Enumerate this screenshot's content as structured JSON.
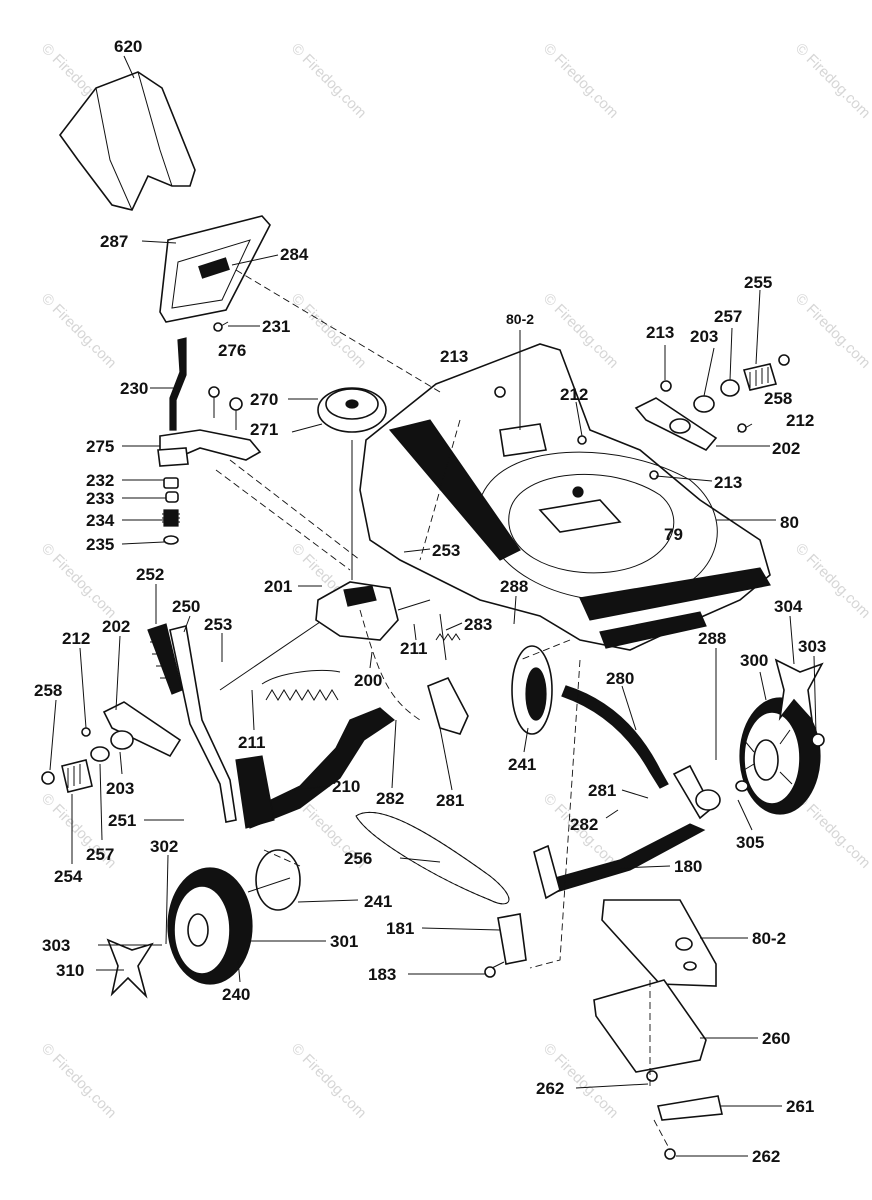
{
  "watermark": "© Firedog.com",
  "labels": [
    {
      "id": "620",
      "text": "620"
    },
    {
      "id": "287",
      "text": "287"
    },
    {
      "id": "284",
      "text": "284"
    },
    {
      "id": "231",
      "text": "231"
    },
    {
      "id": "276",
      "text": "276"
    },
    {
      "id": "230",
      "text": "230"
    },
    {
      "id": "270",
      "text": "270"
    },
    {
      "id": "271",
      "text": "271"
    },
    {
      "id": "275",
      "text": "275"
    },
    {
      "id": "232",
      "text": "232"
    },
    {
      "id": "233",
      "text": "233"
    },
    {
      "id": "234",
      "text": "234"
    },
    {
      "id": "235",
      "text": "235"
    },
    {
      "id": "213a",
      "text": "213"
    },
    {
      "id": "80-2a",
      "text": "80-2"
    },
    {
      "id": "213b",
      "text": "213"
    },
    {
      "id": "203a",
      "text": "203"
    },
    {
      "id": "257a",
      "text": "257"
    },
    {
      "id": "255",
      "text": "255"
    },
    {
      "id": "258a",
      "text": "258"
    },
    {
      "id": "212a",
      "text": "212"
    },
    {
      "id": "212b",
      "text": "212"
    },
    {
      "id": "202a",
      "text": "202"
    },
    {
      "id": "213c",
      "text": "213"
    },
    {
      "id": "80",
      "text": "80"
    },
    {
      "id": "79",
      "text": "79"
    },
    {
      "id": "253a",
      "text": "253"
    },
    {
      "id": "252",
      "text": "252"
    },
    {
      "id": "201",
      "text": "201"
    },
    {
      "id": "250",
      "text": "250"
    },
    {
      "id": "253b",
      "text": "253"
    },
    {
      "id": "212c",
      "text": "212"
    },
    {
      "id": "202b",
      "text": "202"
    },
    {
      "id": "288a",
      "text": "288"
    },
    {
      "id": "283",
      "text": "283"
    },
    {
      "id": "211a",
      "text": "211"
    },
    {
      "id": "304",
      "text": "304"
    },
    {
      "id": "288b",
      "text": "288"
    },
    {
      "id": "303a",
      "text": "303"
    },
    {
      "id": "300",
      "text": "300"
    },
    {
      "id": "280",
      "text": "280"
    },
    {
      "id": "200",
      "text": "200"
    },
    {
      "id": "258b",
      "text": "258"
    },
    {
      "id": "211b",
      "text": "211"
    },
    {
      "id": "241a",
      "text": "241"
    },
    {
      "id": "203b",
      "text": "203"
    },
    {
      "id": "210",
      "text": "210"
    },
    {
      "id": "282a",
      "text": "282"
    },
    {
      "id": "281a",
      "text": "281"
    },
    {
      "id": "281b",
      "text": "281"
    },
    {
      "id": "251",
      "text": "251"
    },
    {
      "id": "282b",
      "text": "282"
    },
    {
      "id": "305",
      "text": "305"
    },
    {
      "id": "257b",
      "text": "257"
    },
    {
      "id": "302",
      "text": "302"
    },
    {
      "id": "256",
      "text": "256"
    },
    {
      "id": "180",
      "text": "180"
    },
    {
      "id": "254",
      "text": "254"
    },
    {
      "id": "241b",
      "text": "241"
    },
    {
      "id": "181",
      "text": "181"
    },
    {
      "id": "80-2b",
      "text": "80-2"
    },
    {
      "id": "303b",
      "text": "303"
    },
    {
      "id": "301",
      "text": "301"
    },
    {
      "id": "310",
      "text": "310"
    },
    {
      "id": "240",
      "text": "240"
    },
    {
      "id": "183",
      "text": "183"
    },
    {
      "id": "260",
      "text": "260"
    },
    {
      "id": "262a",
      "text": "262"
    },
    {
      "id": "261",
      "text": "261"
    },
    {
      "id": "262b",
      "text": "262"
    }
  ]
}
